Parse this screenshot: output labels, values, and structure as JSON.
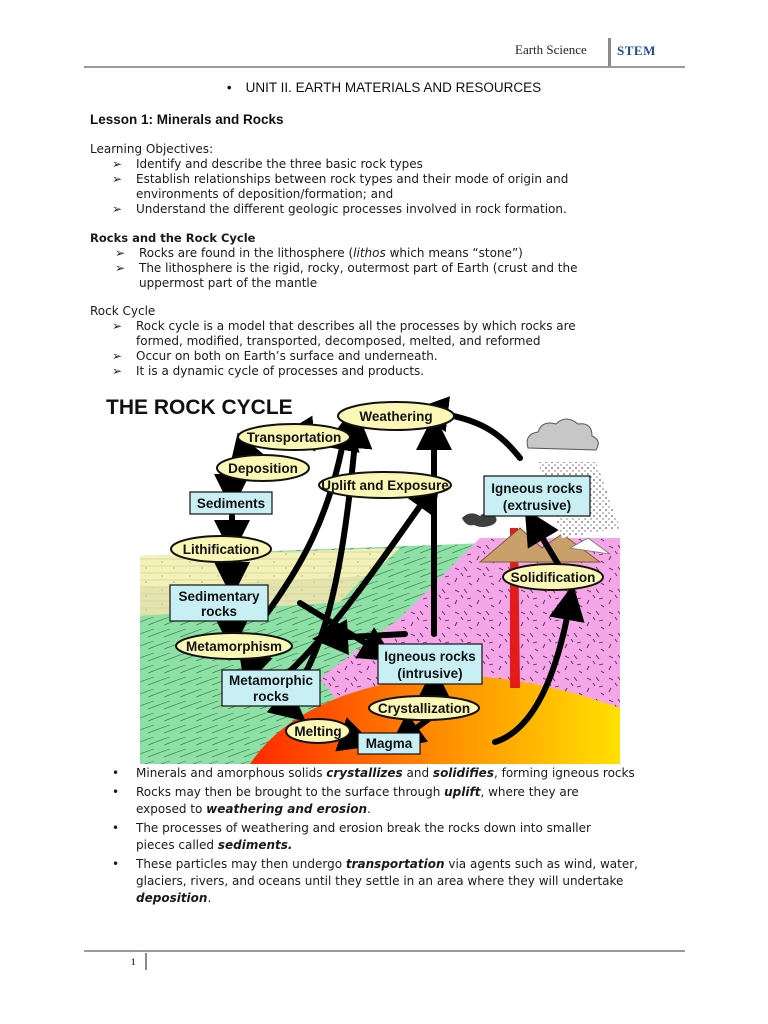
{
  "header": {
    "subject": "Earth Science",
    "track": "STEM"
  },
  "unit_title": "UNIT II. EARTH MATERIALS AND RESOURCES",
  "lesson_title": "Lesson 1: Minerals and Rocks",
  "objectives": {
    "heading": "Learning Objectives:",
    "items": [
      "Identify and describe the three basic rock types",
      "Establish relationships between rock types and their mode of origin and",
      "environments of deposition/formation; and",
      "Understand the different geologic processes involved in rock formation."
    ]
  },
  "rocks_section": {
    "heading": "Rocks and the Rock Cycle",
    "item1_pre": "Rocks are found in the lithosphere (",
    "item1_ital": "lithos",
    "item1_post": " which means “stone”)",
    "item2_line1": "The lithosphere is the rigid, rocky, outermost part of Earth (crust and the",
    "item2_line2": "uppermost part of the mantle"
  },
  "rock_cycle_section": {
    "heading": "Rock Cycle",
    "item1_line1": "Rock cycle is a model that describes all the processes by which rocks are",
    "item1_line2": "formed, modified, transported, decomposed, melted, and reformed",
    "item2": "Occur on both on Earth’s surface and underneath.",
    "item3": "It is a dynamic cycle of processes and products."
  },
  "diagram": {
    "title": "THE ROCK CYCLE",
    "labels": {
      "weathering": "Weathering",
      "transportation": "Transportation",
      "deposition": "Deposition",
      "sediments": "Sediments",
      "uplift": "Uplift and Exposure",
      "igneous_ext_1": "Igneous rocks",
      "igneous_ext_2": "(extrusive)",
      "lithification": "Lithification",
      "sedimentary_1": "Sedimentary",
      "sedimentary_2": "rocks",
      "solidification": "Solidification",
      "metamorphism": "Metamorphism",
      "igneous_int_1": "Igneous rocks",
      "igneous_int_2": "(intrusive)",
      "metamorphic_1": "Metamorphic",
      "metamorphic_2": "rocks",
      "crystallization": "Crystallization",
      "melting": "Melting",
      "magma": "Magma"
    }
  },
  "bullets": {
    "b1_pre": "Minerals and amorphous solids ",
    "b1_em1": "crystallizes",
    "b1_mid": " and ",
    "b1_em2": "solidifies",
    "b1_post": ", forming igneous rocks",
    "b2_pre": "Rocks may then be brought to the surface through ",
    "b2_em1": "uplift",
    "b2_mid": ", where they are",
    "b2_line2_pre": "exposed to ",
    "b2_em2": "weathering and erosion",
    "b2_post": ".",
    "b3_line1": "The processes of weathering and erosion break the rocks down into smaller",
    "b3_line2_pre": "pieces called ",
    "b3_em": "sediments.",
    "b4_pre": "These particles may then undergo ",
    "b4_em1": "transportation",
    "b4_mid": " via agents such as wind, water,",
    "b4_line2": "glaciers, rivers, and oceans until they settle in an area where they will undertake",
    "b4_em2": "deposition",
    "b4_post": "."
  },
  "footer": {
    "page": "1"
  },
  "colors": {
    "accent": "#1f4e8c",
    "box_fill": "#c8f0f4",
    "oval_fill": "#fbf7b4"
  }
}
